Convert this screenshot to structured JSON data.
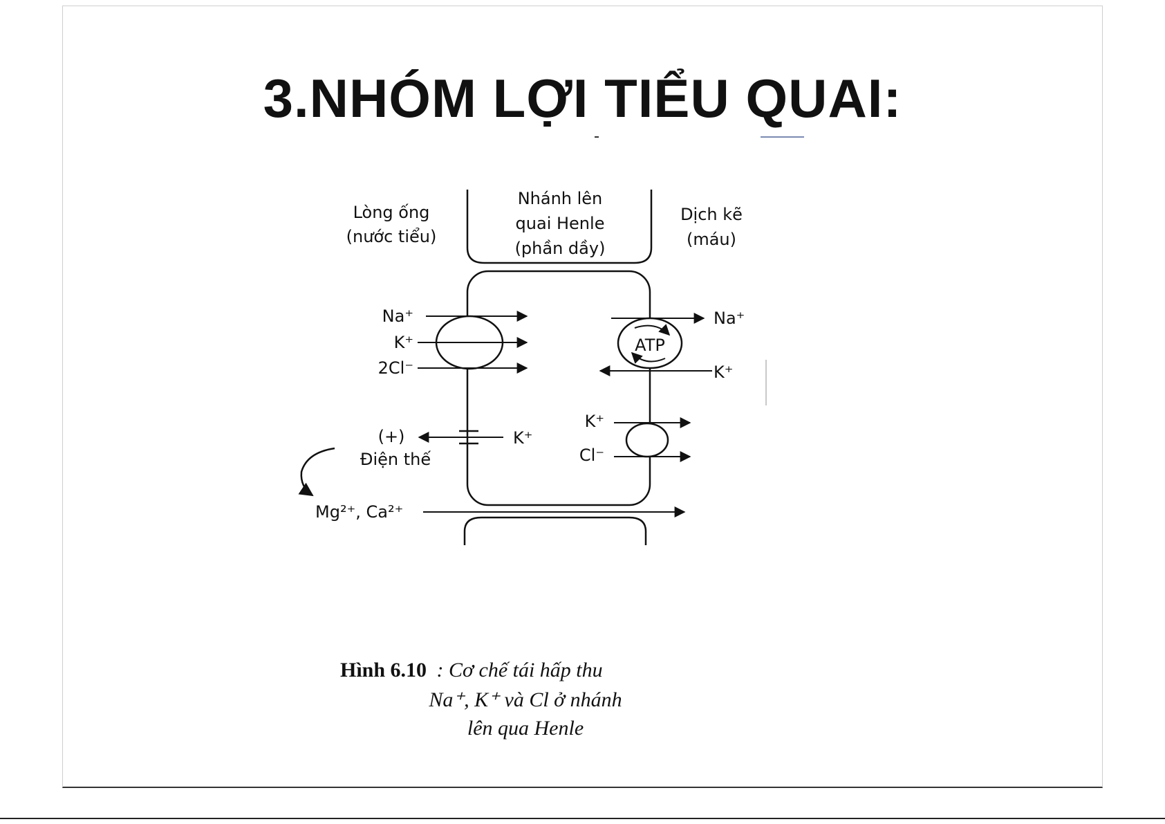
{
  "slide": {
    "title": "3.NHÓM LỢI TIỂU QUAI:"
  },
  "diagram": {
    "left_header": [
      "Lòng ống",
      "(nước tiểu)"
    ],
    "center_header": [
      "Nhánh lên",
      "quai Henle",
      "(phần dầy)"
    ],
    "right_header": [
      "Dịch kẽ",
      "(máu)"
    ],
    "cotransporter_ions": [
      "Na⁺",
      "K⁺",
      "2Cl⁻"
    ],
    "pump_label": "ATP",
    "pump_out_ion": "Na⁺",
    "pump_in_ion": "K⁺",
    "channel_ion": "K⁺",
    "potential_sign": "(+)",
    "potential_label": "Điện thế",
    "basolateral_ions": [
      "K⁺",
      "Cl⁻"
    ],
    "paracellular_ions": "Mg²⁺, Ca²⁺"
  },
  "caption": {
    "figure_label": "Hình 6.10",
    "line1": ": Cơ chế tái hấp thu",
    "line2": "Na⁺, K⁺ và Cl ở nhánh",
    "line3": "lên qua Henle"
  }
}
